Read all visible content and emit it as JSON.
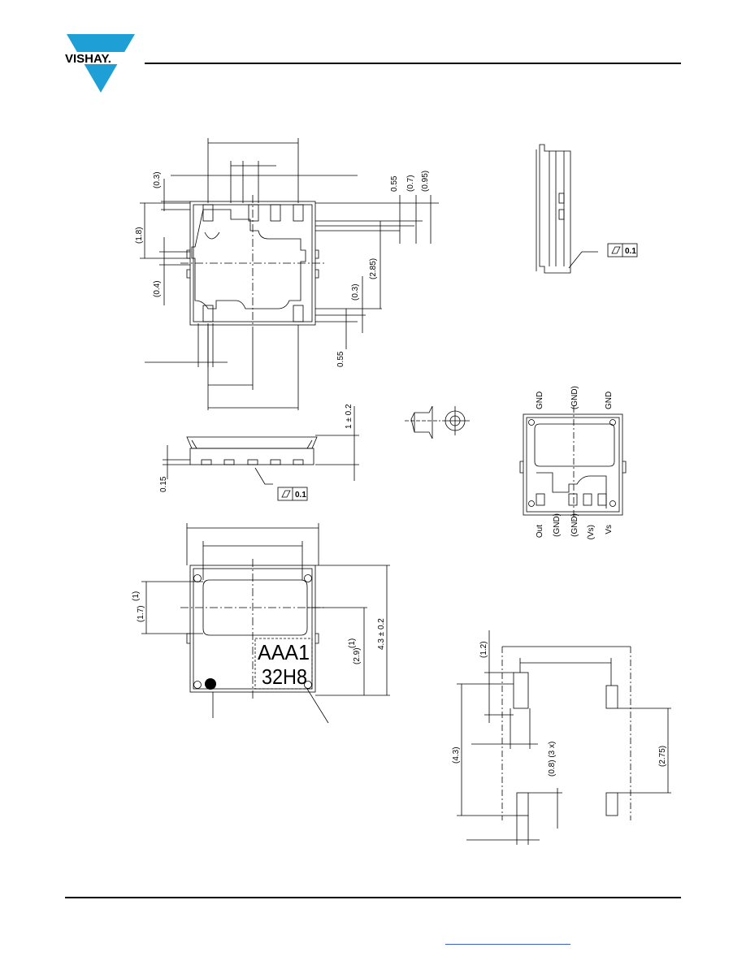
{
  "logo": {
    "text": "VISHAY."
  },
  "dims": {
    "d_0_3": "(0.3)",
    "d_1_8": "(1.8)",
    "d_0_4": "(0.4)",
    "d_0_55a": "0.55",
    "d_0_7": "(0.7)",
    "d_0_95": "(0.95)",
    "d_2_85": "(2.85)",
    "d_0_3b": "(0.3)",
    "d_0_55b": "0.55",
    "d_1_02": "1 ± 0.2",
    "d_0_15": "0.15",
    "d_1_7": "(1.7)",
    "d_1_7_sup": "(1)",
    "d_2_9": "(2.9)",
    "d_2_9_sup": "(1)",
    "d_4_3_02": "4.3 ± 0.2",
    "d_1_2": "(1.2)",
    "d_4_3": "(4.3)",
    "d_0_8_3x": "(0.8) (3 x)",
    "d_2_75": "(2.75)"
  },
  "flatness": {
    "value": "0.1"
  },
  "flatness2": {
    "value": "0.1"
  },
  "marking": {
    "line1": "AAA1",
    "line2": "32H8"
  },
  "pins_top": [
    "GND",
    "(GND)",
    "GND"
  ],
  "pins_bottom": [
    "Out",
    "(GND)",
    "(GND)",
    "(Vs)",
    "Vs"
  ]
}
